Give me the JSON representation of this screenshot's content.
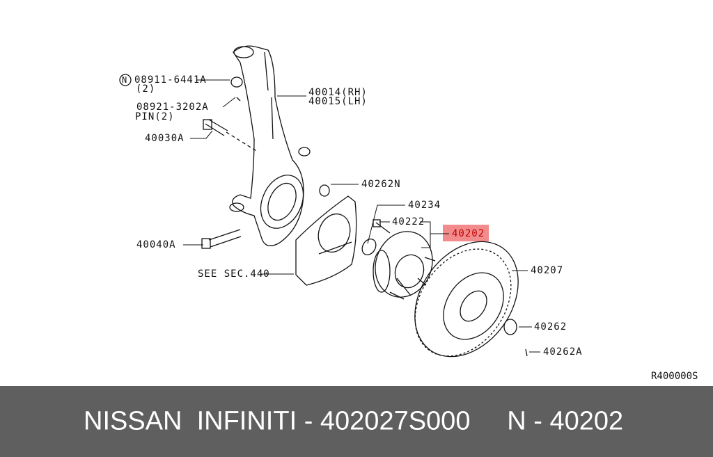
{
  "colors": {
    "highlight": "#f28b8b",
    "highlight_text": "#c00000",
    "footer_bg": "#5f5f5f",
    "footer_text": "#ffffff"
  },
  "diagram": {
    "labels": {
      "n_mark": "N",
      "nut_part": "08911-6441A",
      "nut_qty": "(2)",
      "pin_part": "08921-3202A",
      "pin_qty": "PIN(2)",
      "bolt_upper": "40030A",
      "knuckle_rh": "40014(RH)",
      "knuckle_lh": "40015(LH)",
      "nut_40262n": "40262N",
      "part_40234": "40234",
      "part_40222": "40222",
      "part_40202": "40202",
      "bolt_lower": "40040A",
      "see_sec": "SEE SEC.440",
      "rotor": "40207",
      "nut_40262": "40262",
      "pin_40262a": "40262A",
      "ref_code": "R400000S"
    }
  },
  "footer": {
    "text": "NISSAN  INFINITI - 402027S000     N - 40202"
  }
}
